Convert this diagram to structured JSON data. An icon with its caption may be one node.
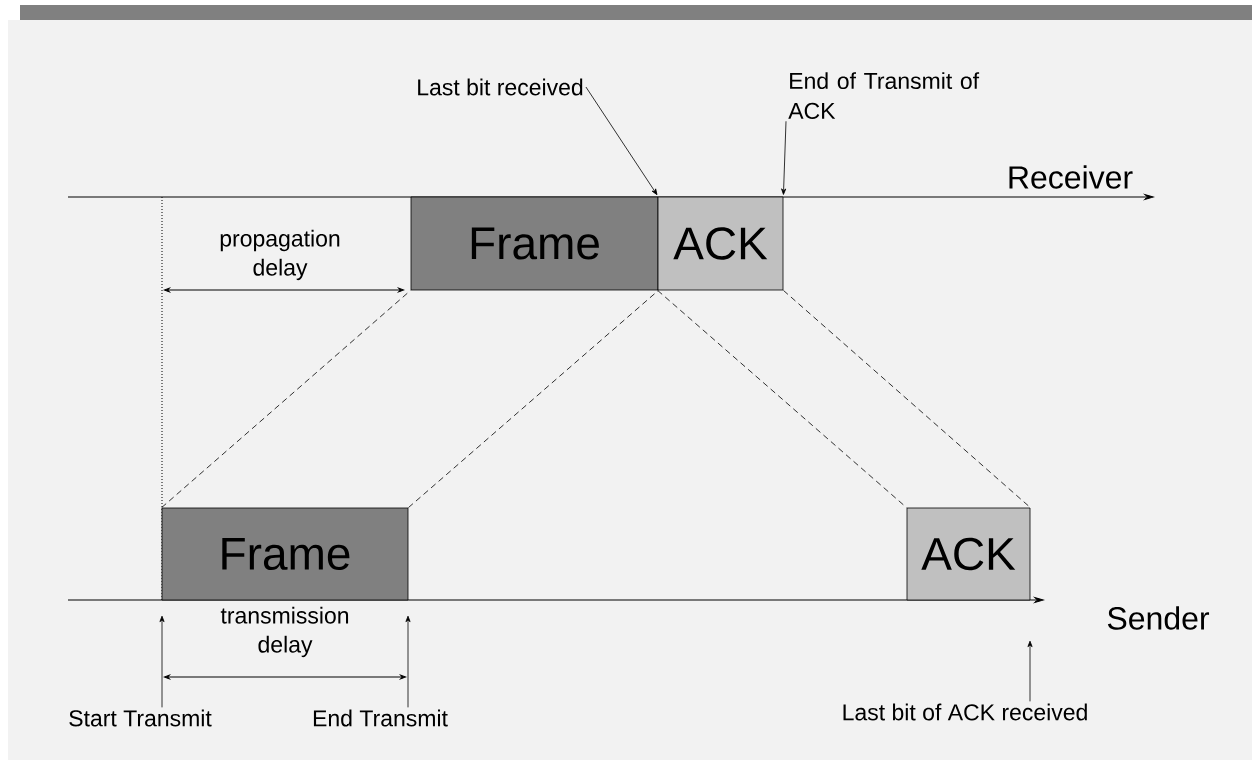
{
  "diagram": {
    "nodes": [
      {
        "text": [
          "Frame"
        ]
      },
      {
        "text": [
          "ACK"
        ]
      },
      {
        "text": [
          "Frame"
        ]
      },
      {
        "text": [
          "ACK"
        ]
      },
      {
        "text": [
          "Last bit received"
        ]
      },
      {
        "text": [
          "End of Transmit of ACK"
        ]
      },
      {
        "text": [
          "Start Transmit"
        ]
      },
      {
        "text": [
          "End Transmit"
        ]
      },
      {
        "text": [
          "Last bit of ACK received"
        ]
      }
    ],
    "edges": [
      {
        "from": 2,
        "to": 0,
        "arrow": "none",
        "style": "dashed"
      },
      {
        "from": 2,
        "to": 0,
        "arrow": "none",
        "style": "dashed"
      },
      {
        "from": 1,
        "to": 3,
        "arrow": "none",
        "style": "dashed"
      },
      {
        "from": 1,
        "to": 3,
        "arrow": "none",
        "style": "dashed"
      },
      {
        "from": 4,
        "to": 1,
        "arrow": "to"
      },
      {
        "from": 5,
        "to": 1,
        "arrow": "to"
      },
      {
        "from": 6,
        "to": null,
        "arrow": "to"
      },
      {
        "from": 7,
        "to": null,
        "arrow": "to"
      },
      {
        "from": 8,
        "to": null,
        "arrow": "to"
      }
    ],
    "labels": [
      "Receiver",
      "propagation delay",
      "Sender",
      "transmission delay"
    ]
  }
}
